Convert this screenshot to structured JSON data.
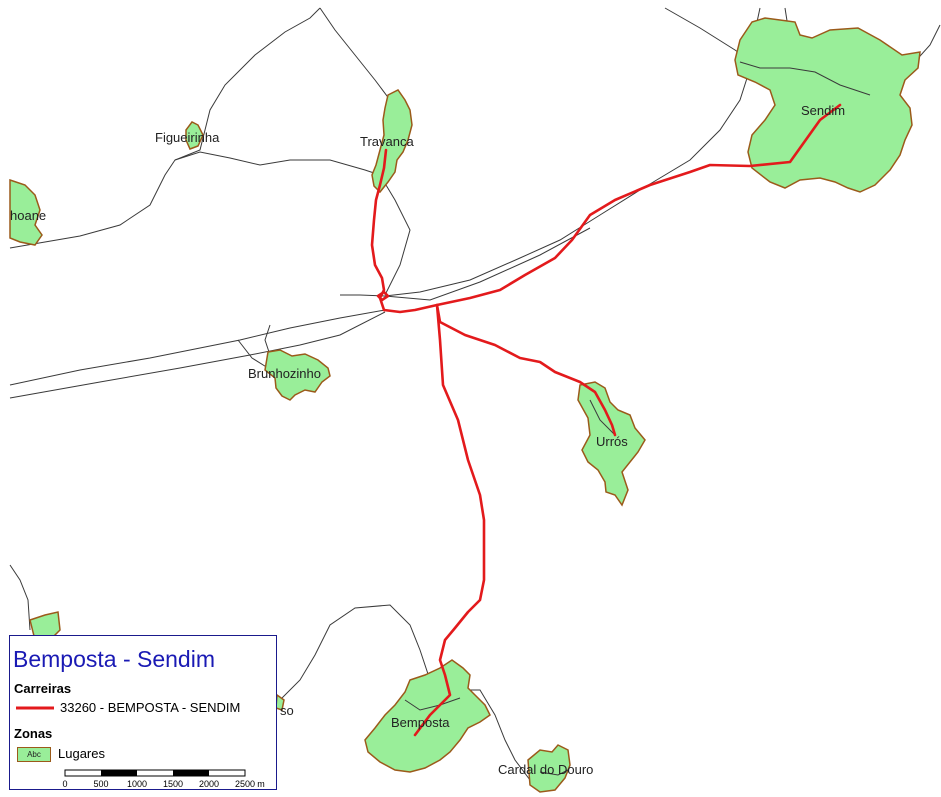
{
  "map": {
    "places": [
      "Figueirinha",
      "Travanca",
      "Sendim",
      "hoane",
      "Brunhozinho",
      "Urrós",
      "Bemposta",
      "Cardal do Douro",
      "so"
    ]
  },
  "legend": {
    "title": "Bemposta - Sendim",
    "section_routes": "Carreiras",
    "route_label": "33260 - BEMPOSTA - SENDIM",
    "section_zones": "Zonas",
    "zone_swatch": "Abc",
    "zone_label": "Lugares",
    "scale": {
      "ticks": [
        "0",
        "500",
        "1000",
        "1500",
        "2000",
        "2500"
      ],
      "unit": "m"
    }
  },
  "colors": {
    "route": "#e31a1c",
    "zone_fill": "#99ee99",
    "zone_border": "#9b5a1a",
    "road": "#3a3a3a",
    "legend_title": "#1a1ab4"
  }
}
